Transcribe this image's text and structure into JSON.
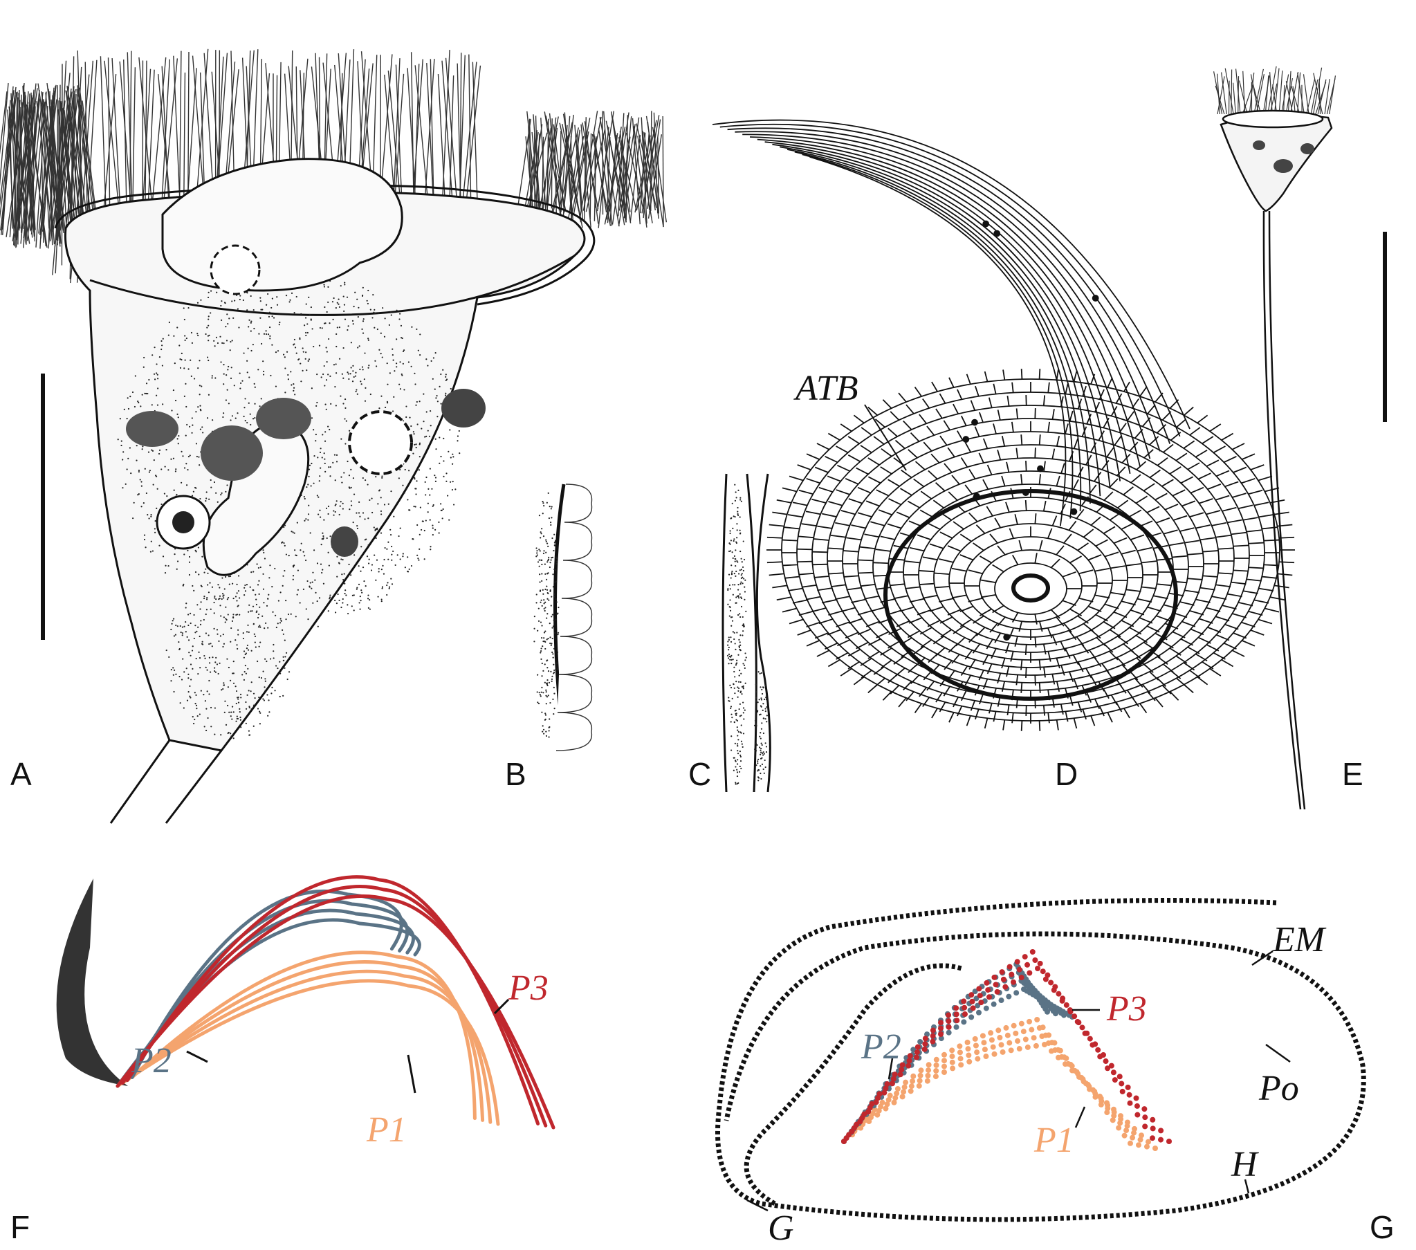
{
  "figure": {
    "panels": [
      {
        "id": "A",
        "label": "A"
      },
      {
        "id": "B",
        "label": "B"
      },
      {
        "id": "C",
        "label": "C"
      },
      {
        "id": "D",
        "label": "D"
      },
      {
        "id": "E",
        "label": "E"
      },
      {
        "id": "F",
        "label": "F"
      },
      {
        "id": "G",
        "label": "G"
      }
    ],
    "panel_d": {
      "annotation": "ATB"
    },
    "panel_f": {
      "annotations": [
        {
          "text": "P1",
          "color": "#f4a46e"
        },
        {
          "text": "P2",
          "color": "#5a7386"
        },
        {
          "text": "P3",
          "color": "#c0272d"
        }
      ]
    },
    "panel_g": {
      "annotations": [
        {
          "text": "EM",
          "color": "#111111"
        },
        {
          "text": "P3",
          "color": "#c0272d"
        },
        {
          "text": "P2",
          "color": "#5a7386"
        },
        {
          "text": "Po",
          "color": "#111111"
        },
        {
          "text": "P1",
          "color": "#f4a46e"
        },
        {
          "text": "H",
          "color": "#111111"
        },
        {
          "text": "G",
          "color": "#111111"
        }
      ]
    },
    "colors": {
      "ink": "#111111",
      "p1": "#f4a46e",
      "p2": "#5a7386",
      "p3": "#c0272d",
      "band": "#333333"
    }
  }
}
